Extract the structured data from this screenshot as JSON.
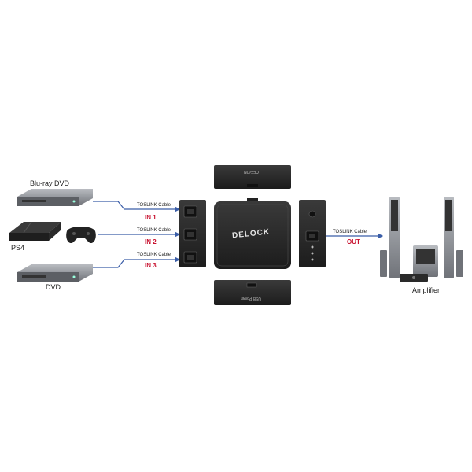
{
  "devices": {
    "bluray": "Blu-ray DVD",
    "ps4": "PS4",
    "dvd": "DVD",
    "amplifier": "Amplifier"
  },
  "cables": {
    "in1": "TOSLINK Cable",
    "in2": "TOSLINK Cable",
    "in3": "TOSLINK Cable",
    "out": "TOSLINK Cable"
  },
  "ports": {
    "in1": "IN 1",
    "in2": "IN 2",
    "in3": "IN 3",
    "out": "OUT"
  },
  "brand": "DELOCK",
  "side_labels": {
    "top": "OFF/ON",
    "bottom": "USB Power"
  },
  "colors": {
    "cable_line": "#3b5ea8",
    "port_label": "#c8102e",
    "device_dark": "#2a2a2a",
    "device_silver": "#8a8d92"
  }
}
